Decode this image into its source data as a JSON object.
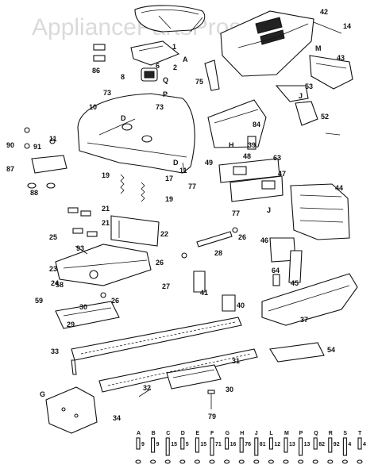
{
  "watermark": "AppliancePartsPros.com",
  "callouts": [
    {
      "id": "c42",
      "text": "42"
    },
    {
      "id": "c14",
      "text": "14"
    },
    {
      "id": "c86",
      "text": "86"
    },
    {
      "id": "cA1",
      "text": "A"
    },
    {
      "id": "c1",
      "text": "1"
    },
    {
      "id": "c2",
      "text": "2"
    },
    {
      "id": "c6",
      "text": "6"
    },
    {
      "id": "c8",
      "text": "8"
    },
    {
      "id": "cQ",
      "text": "Q"
    },
    {
      "id": "cP",
      "text": "P"
    },
    {
      "id": "c75",
      "text": "75"
    },
    {
      "id": "c43",
      "text": "43"
    },
    {
      "id": "cM",
      "text": "M"
    },
    {
      "id": "c53",
      "text": "53"
    },
    {
      "id": "c52",
      "text": "52"
    },
    {
      "id": "cJ1",
      "text": "J"
    },
    {
      "id": "c73a",
      "text": "73"
    },
    {
      "id": "c73b",
      "text": "73"
    },
    {
      "id": "c10",
      "text": "10"
    },
    {
      "id": "c11a",
      "text": "11"
    },
    {
      "id": "c11b",
      "text": "11"
    },
    {
      "id": "cD1",
      "text": "D"
    },
    {
      "id": "cD2",
      "text": "D"
    },
    {
      "id": "c84",
      "text": "84"
    },
    {
      "id": "c39",
      "text": "39"
    },
    {
      "id": "cH1",
      "text": "H"
    },
    {
      "id": "c90",
      "text": "90"
    },
    {
      "id": "c91",
      "text": "91"
    },
    {
      "id": "c87",
      "text": "87"
    },
    {
      "id": "c88",
      "text": "88"
    },
    {
      "id": "c19a",
      "text": "19"
    },
    {
      "id": "c17",
      "text": "17"
    },
    {
      "id": "c19b",
      "text": "19"
    },
    {
      "id": "c49",
      "text": "49"
    },
    {
      "id": "c48",
      "text": "48"
    },
    {
      "id": "c63",
      "text": "63"
    },
    {
      "id": "c47",
      "text": "47"
    },
    {
      "id": "c77a",
      "text": "77"
    },
    {
      "id": "c77b",
      "text": "77"
    },
    {
      "id": "cJ2",
      "text": "J"
    },
    {
      "id": "c44",
      "text": "44"
    },
    {
      "id": "c21a",
      "text": "21"
    },
    {
      "id": "c21b",
      "text": "21"
    },
    {
      "id": "c22",
      "text": "22"
    },
    {
      "id": "c25",
      "text": "25"
    },
    {
      "id": "c28",
      "text": "28"
    },
    {
      "id": "c26a",
      "text": "26"
    },
    {
      "id": "c46",
      "text": "46"
    },
    {
      "id": "c93",
      "text": "93"
    },
    {
      "id": "c23",
      "text": "23"
    },
    {
      "id": "c24",
      "text": "24"
    },
    {
      "id": "c26b",
      "text": "26"
    },
    {
      "id": "c27",
      "text": "27"
    },
    {
      "id": "c64",
      "text": "64"
    },
    {
      "id": "c45",
      "text": "45"
    },
    {
      "id": "c58",
      "text": "58"
    },
    {
      "id": "c41",
      "text": "41"
    },
    {
      "id": "c26c",
      "text": "26"
    },
    {
      "id": "c40",
      "text": "40"
    },
    {
      "id": "c59",
      "text": "59"
    },
    {
      "id": "c30a",
      "text": "30"
    },
    {
      "id": "c29",
      "text": "29"
    },
    {
      "id": "c37",
      "text": "37"
    },
    {
      "id": "c54",
      "text": "54"
    },
    {
      "id": "c33",
      "text": "33"
    },
    {
      "id": "c31",
      "text": "31"
    },
    {
      "id": "c32",
      "text": "32"
    },
    {
      "id": "c30b",
      "text": "30"
    },
    {
      "id": "c34",
      "text": "34"
    },
    {
      "id": "c79",
      "text": "79"
    },
    {
      "id": "cG",
      "text": "G"
    }
  ],
  "hardware_row": [
    {
      "letter": "A",
      "num": "9"
    },
    {
      "letter": "B",
      "num": "9"
    },
    {
      "letter": "C",
      "num": "15"
    },
    {
      "letter": "D",
      "num": "5"
    },
    {
      "letter": "E",
      "num": "15"
    },
    {
      "letter": "F",
      "num": "71"
    },
    {
      "letter": "G",
      "num": "16"
    },
    {
      "letter": "H",
      "num": "76"
    },
    {
      "letter": "J",
      "num": "81"
    },
    {
      "letter": "L",
      "num": "12"
    },
    {
      "letter": "M",
      "num": "13"
    },
    {
      "letter": "P",
      "num": "13"
    },
    {
      "letter": "Q",
      "num": "82"
    },
    {
      "letter": "R",
      "num": "92"
    },
    {
      "letter": "S",
      "num": "4"
    },
    {
      "letter": "T",
      "num": "4"
    }
  ]
}
